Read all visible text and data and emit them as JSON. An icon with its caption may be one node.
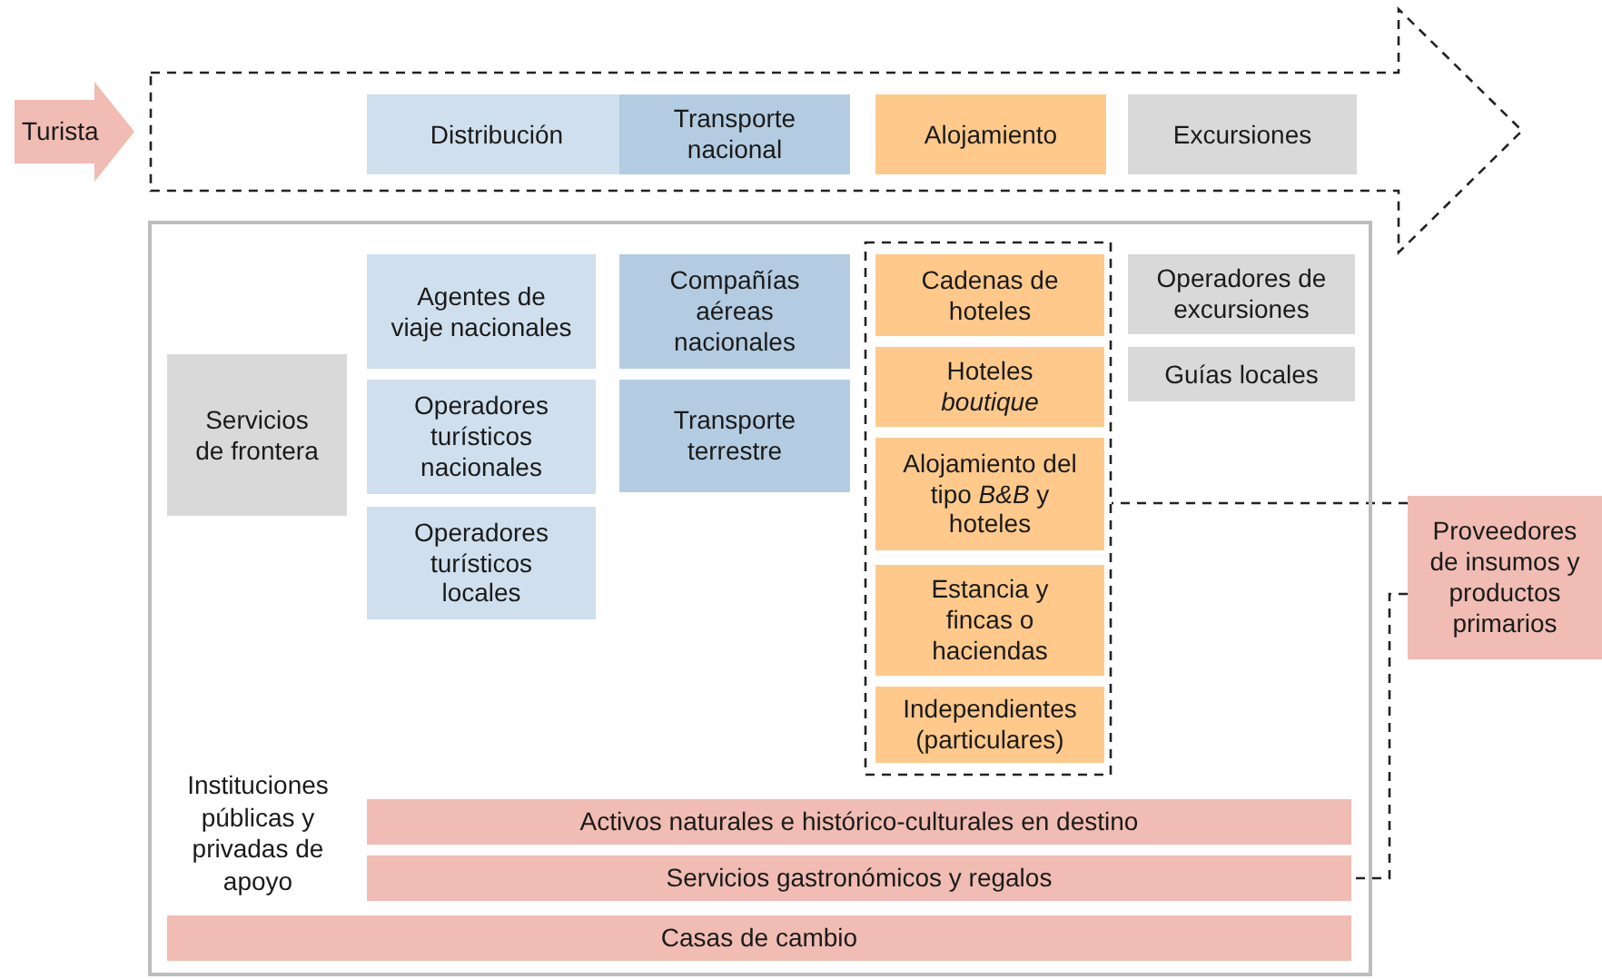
{
  "diagram": {
    "nodes": [
      {
        "text": [
          "Turista"
        ]
      },
      {
        "text": [],
        "shape": "arrow"
      },
      {
        "text": [
          "Distribución"
        ],
        "in": 1
      },
      {
        "text": [
          "Transporte nacional"
        ],
        "in": 1
      },
      {
        "text": [
          "Alojamiento"
        ],
        "in": 1
      },
      {
        "text": [
          "Excursiones"
        ],
        "in": 1
      },
      {
        "text": [],
        "shape": "box"
      },
      {
        "text": [
          "Servicios de frontera"
        ],
        "in": 6
      },
      {
        "text": [
          "Agentes de viaje nacionales"
        ],
        "in": 6
      },
      {
        "text": [
          "Operadores turísticos nacionales"
        ],
        "in": 6
      },
      {
        "text": [
          "Operadores turísticos locales"
        ],
        "in": 6
      },
      {
        "text": [
          "Compañías aéreas nacionales"
        ],
        "in": 6
      },
      {
        "text": [
          "Transporte terrestre"
        ],
        "in": 6
      },
      {
        "text": [],
        "shape": "box",
        "in": 6
      },
      {
        "text": [
          "Cadenas de hoteles"
        ],
        "in": 13
      },
      {
        "text": [
          "Hoteles *boutique*"
        ],
        "in": 13
      },
      {
        "text": [
          "Alojamiento del tipo *B&B* y hoteles"
        ],
        "in": 13
      },
      {
        "text": [
          "Estancia y fincas o haciendas"
        ],
        "in": 13
      },
      {
        "text": [
          "Independientes (particulares)"
        ],
        "in": 13
      },
      {
        "text": [
          "Operadores de excursiones"
        ],
        "in": 6
      },
      {
        "text": [
          "Guías locales"
        ],
        "in": 6
      },
      {
        "text": [
          "Activos naturales e histórico-culturales en destino"
        ],
        "in": 6
      },
      {
        "text": [
          "Servicios gastronómicos y regalos"
        ],
        "in": 6
      },
      {
        "text": [
          "Casas de cambio"
        ],
        "in": 6
      },
      {
        "text": [
          "Proveedores de insumos y productos primarios"
        ]
      }
    ],
    "edges": [
      {
        "from": 24,
        "to": 13,
        "arrow": "none",
        "style": "dashed"
      },
      {
        "from": 24,
        "to": 22,
        "arrow": "none",
        "style": "dashed"
      }
    ],
    "labels": [
      "Instituciones públicas y privadas de apoyo"
    ]
  }
}
